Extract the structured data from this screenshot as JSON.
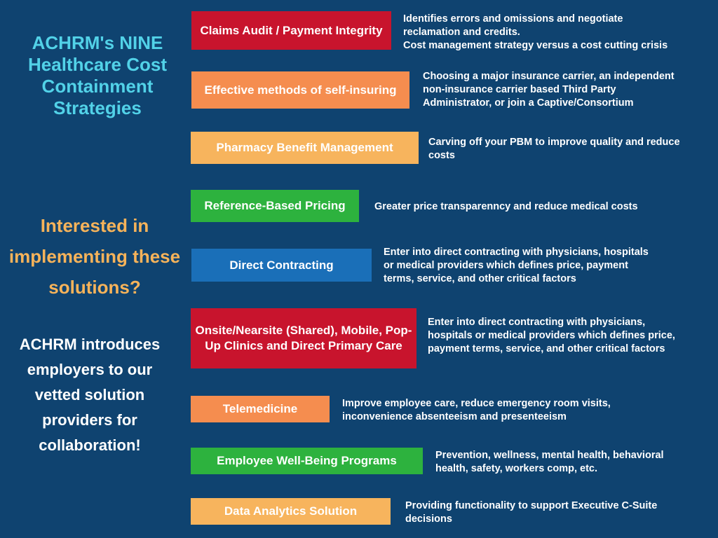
{
  "left": {
    "title": "ACHRM's NINE Healthcare Cost Containment Strategies",
    "interest": "Interested in implementing these solutions?",
    "intro": "ACHRM introduces employers to our vetted solution providers for collaboration!"
  },
  "strategies": [
    {
      "label": "Claims Audit / Payment Integrity",
      "description": "Identifies errors and omissions and negotiate\nreclamation and credits.\nCost management strategy versus a cost cutting crisis"
    },
    {
      "label": "Effective methods of self-insuring",
      "description": "Choosing a major insurance carrier, an independent\nnon-insurance carrier based Third Party\nAdministrator, or join a Captive/Consortium"
    },
    {
      "label": "Pharmacy Benefit Management",
      "description": "Carving off your PBM to improve quality and reduce\ncosts"
    },
    {
      "label": "Reference-Based Pricing",
      "description": "Greater price transparenncy and reduce medical costs"
    },
    {
      "label": "Direct Contracting",
      "description": "Enter into direct contracting with physicians, hospitals\n or medical providers which defines price, payment\nterms, service, and other critical factors"
    },
    {
      "label": "Onsite/Nearsite (Shared), Mobile, Pop-Up Clinics and Direct Primary Care",
      "description": "Enter into direct contracting with physicians,\nhospitals  or medical providers which defines price,\npayment terms, service, and other critical factors"
    },
    {
      "label": "Telemedicine",
      "description": "Improve employee care, reduce emergency room visits,\ninconvenience absenteeism and presenteeism"
    },
    {
      "label": "Employee Well-Being Programs",
      "description": "Prevention, wellness, mental health, behavioral\nhealth, safety, workers comp, etc."
    },
    {
      "label": "Data Analytics Solution",
      "description": "Providing functionality to support Executive C-Suite\ndecisions"
    }
  ]
}
